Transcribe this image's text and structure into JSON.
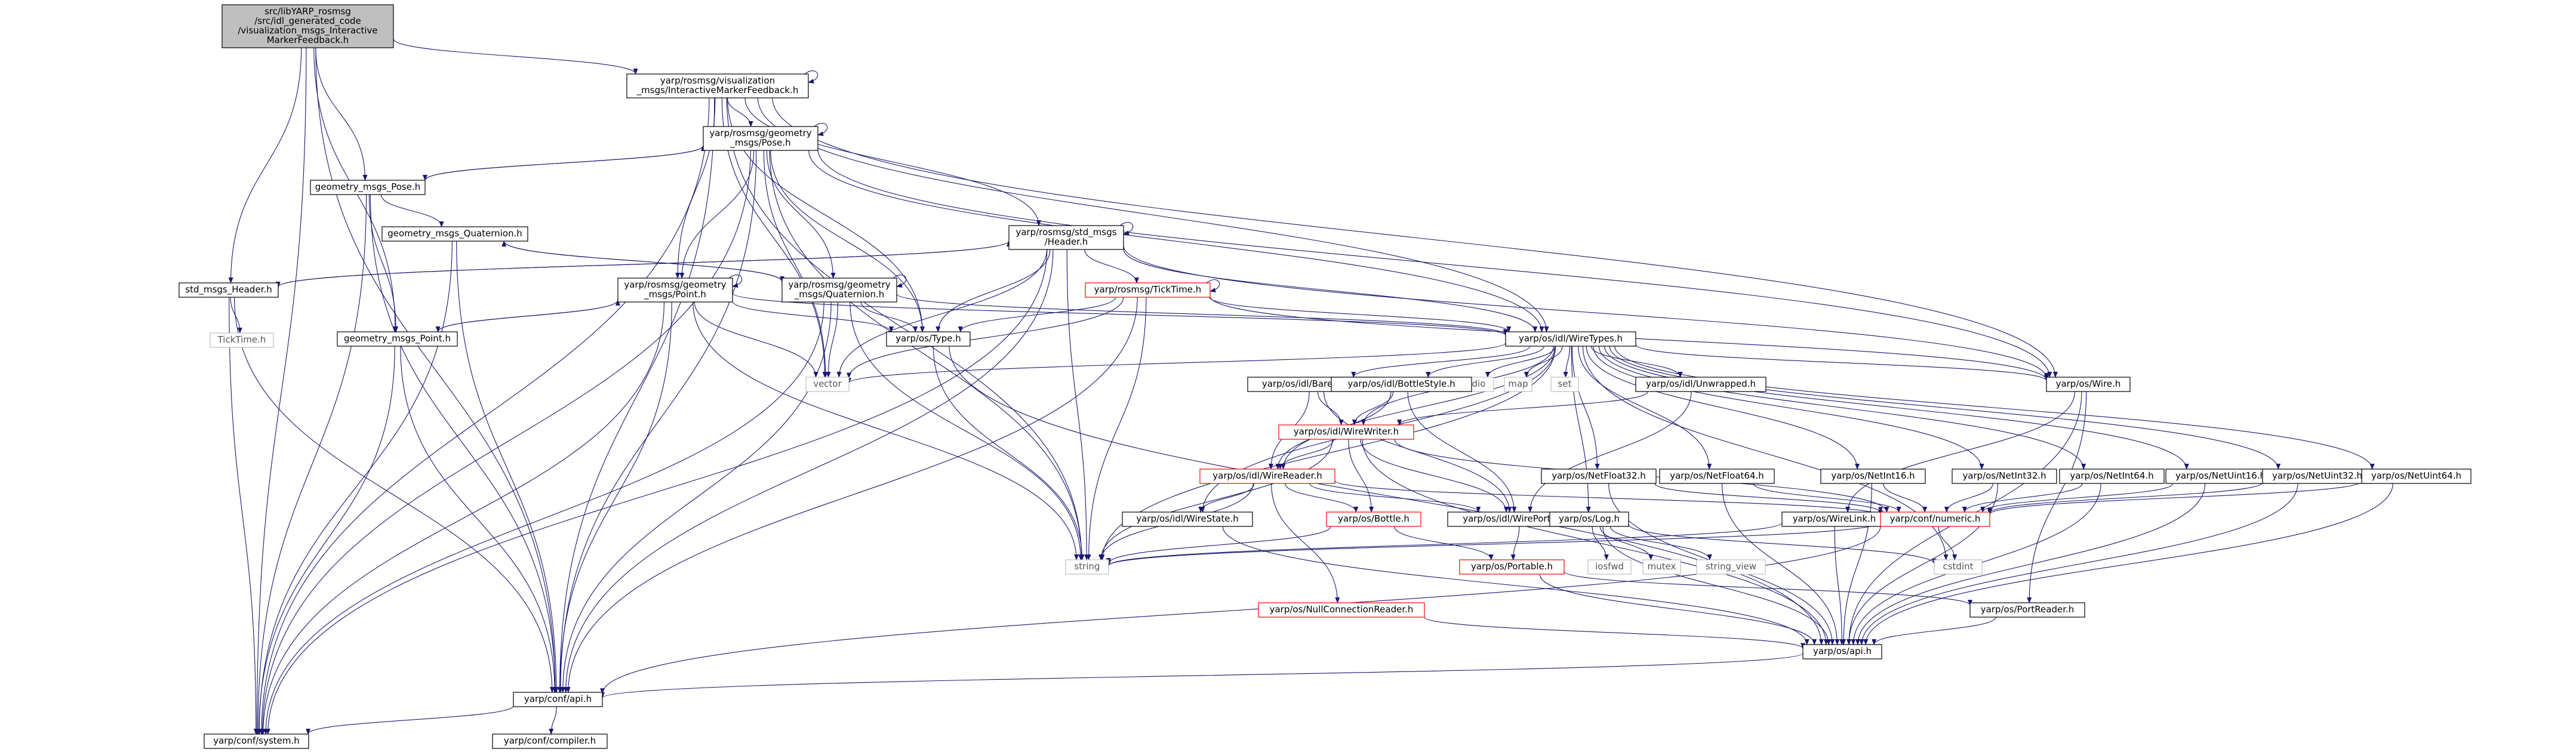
{
  "graph": {
    "nodes": [
      {
        "id": "root",
        "lines": [
          "src/libYARP_rosmsg",
          "/src/idl_generated_code",
          "/visualization_msgs_Interactive",
          "MarkerFeedback.h"
        ],
        "style": "root"
      },
      {
        "id": "imf",
        "lines": [
          "yarp/rosmsg/visualization",
          "_msgs/InteractiveMarkerFeedback.h"
        ],
        "style": "normal"
      },
      {
        "id": "gmpose",
        "lines": [
          "yarp/rosmsg/geometry",
          "_msgs/Pose.h"
        ],
        "style": "normal"
      },
      {
        "id": "gm_pose_h",
        "lines": [
          "geometry_msgs_Pose.h"
        ],
        "style": "normal"
      },
      {
        "id": "gm_quat_h",
        "lines": [
          "geometry_msgs_Quaternion.h"
        ],
        "style": "normal"
      },
      {
        "id": "stdhdr",
        "lines": [
          "yarp/rosmsg/std_msgs",
          "/Header.h"
        ],
        "style": "normal"
      },
      {
        "id": "std_hdr_h",
        "lines": [
          "std_msgs_Header.h"
        ],
        "style": "normal"
      },
      {
        "id": "ticktime_h",
        "lines": [
          "TickTime.h"
        ],
        "style": "gray"
      },
      {
        "id": "gmpoint",
        "lines": [
          "yarp/rosmsg/geometry",
          "_msgs/Point.h"
        ],
        "style": "normal"
      },
      {
        "id": "gmquat",
        "lines": [
          "yarp/rosmsg/geometry",
          "_msgs/Quaternion.h"
        ],
        "style": "normal"
      },
      {
        "id": "gm_point_h",
        "lines": [
          "geometry_msgs_Point.h"
        ],
        "style": "normal"
      },
      {
        "id": "rosticktime",
        "lines": [
          "yarp/rosmsg/TickTime.h"
        ],
        "style": "red"
      },
      {
        "id": "ostype",
        "lines": [
          "yarp/os/Type.h"
        ],
        "style": "normal"
      },
      {
        "id": "wiretypes",
        "lines": [
          "yarp/os/idl/WireTypes.h"
        ],
        "style": "normal"
      },
      {
        "id": "vector",
        "lines": [
          "vector"
        ],
        "style": "gray"
      },
      {
        "id": "cstdio",
        "lines": [
          "cstdio"
        ],
        "style": "gray"
      },
      {
        "id": "map",
        "lines": [
          "map"
        ],
        "style": "gray"
      },
      {
        "id": "set",
        "lines": [
          "set"
        ],
        "style": "gray"
      },
      {
        "id": "unwrapped",
        "lines": [
          "yarp/os/idl/Unwrapped.h"
        ],
        "style": "normal"
      },
      {
        "id": "barestyle",
        "lines": [
          "yarp/os/idl/BareStyle.h"
        ],
        "style": "normal"
      },
      {
        "id": "bottlestyle",
        "lines": [
          "yarp/os/idl/BottleStyle.h"
        ],
        "style": "normal"
      },
      {
        "id": "wirewriter",
        "lines": [
          "yarp/os/idl/WireWriter.h"
        ],
        "style": "red"
      },
      {
        "id": "wirereader",
        "lines": [
          "yarp/os/idl/WireReader.h"
        ],
        "style": "red"
      },
      {
        "id": "wirestate",
        "lines": [
          "yarp/os/idl/WireState.h"
        ],
        "style": "normal"
      },
      {
        "id": "bottle",
        "lines": [
          "yarp/os/Bottle.h"
        ],
        "style": "red"
      },
      {
        "id": "wireportable",
        "lines": [
          "yarp/os/idl/WirePortable.h"
        ],
        "style": "normal"
      },
      {
        "id": "portable",
        "lines": [
          "yarp/os/Portable.h"
        ],
        "style": "red"
      },
      {
        "id": "nullconn",
        "lines": [
          "yarp/os/NullConnectionReader.h"
        ],
        "style": "red"
      },
      {
        "id": "string",
        "lines": [
          "string"
        ],
        "style": "gray"
      },
      {
        "id": "oslog",
        "lines": [
          "yarp/os/Log.h"
        ],
        "style": "normal"
      },
      {
        "id": "iosfwd",
        "lines": [
          "iosfwd"
        ],
        "style": "gray"
      },
      {
        "id": "mutex",
        "lines": [
          "mutex"
        ],
        "style": "gray"
      },
      {
        "id": "string_view",
        "lines": [
          "string_view"
        ],
        "style": "gray"
      },
      {
        "id": "netfloat32",
        "lines": [
          "yarp/os/NetFloat32.h"
        ],
        "style": "normal"
      },
      {
        "id": "netfloat64",
        "lines": [
          "yarp/os/NetFloat64.h"
        ],
        "style": "normal"
      },
      {
        "id": "netint16",
        "lines": [
          "yarp/os/NetInt16.h"
        ],
        "style": "normal"
      },
      {
        "id": "netint32",
        "lines": [
          "yarp/os/NetInt32.h"
        ],
        "style": "normal"
      },
      {
        "id": "netint64",
        "lines": [
          "yarp/os/NetInt64.h"
        ],
        "style": "normal"
      },
      {
        "id": "netuint16",
        "lines": [
          "yarp/os/NetUint16.h"
        ],
        "style": "normal"
      },
      {
        "id": "netuint32",
        "lines": [
          "yarp/os/NetUint32.h"
        ],
        "style": "normal"
      },
      {
        "id": "netuint64",
        "lines": [
          "yarp/os/NetUint64.h"
        ],
        "style": "normal"
      },
      {
        "id": "oswire",
        "lines": [
          "yarp/os/Wire.h"
        ],
        "style": "normal"
      },
      {
        "id": "wirelink",
        "lines": [
          "yarp/os/WireLink.h"
        ],
        "style": "normal"
      },
      {
        "id": "numeric",
        "lines": [
          "yarp/conf/numeric.h"
        ],
        "style": "red"
      },
      {
        "id": "cstdint",
        "lines": [
          "cstdint"
        ],
        "style": "gray"
      },
      {
        "id": "portreader",
        "lines": [
          "yarp/os/PortReader.h"
        ],
        "style": "normal"
      },
      {
        "id": "osapi",
        "lines": [
          "yarp/os/api.h"
        ],
        "style": "normal"
      },
      {
        "id": "confapi",
        "lines": [
          "yarp/conf/api.h"
        ],
        "style": "normal"
      },
      {
        "id": "confsystem",
        "lines": [
          "yarp/conf/system.h"
        ],
        "style": "normal"
      },
      {
        "id": "confcompiler",
        "lines": [
          "yarp/conf/compiler.h"
        ],
        "style": "normal"
      }
    ],
    "edges": [
      [
        "root",
        "imf"
      ],
      [
        "root",
        "gm_pose_h"
      ],
      [
        "root",
        "std_hdr_h"
      ],
      [
        "root",
        "gm_point_h"
      ],
      [
        "root",
        "confapi"
      ],
      [
        "root",
        "confsystem"
      ],
      [
        "imf",
        "imf"
      ],
      [
        "imf",
        "gmpose"
      ],
      [
        "imf",
        "stdhdr"
      ],
      [
        "imf",
        "gmpoint"
      ],
      [
        "imf",
        "wiretypes"
      ],
      [
        "imf",
        "oswire"
      ],
      [
        "imf",
        "ostype"
      ],
      [
        "imf",
        "vector"
      ],
      [
        "imf",
        "string"
      ],
      [
        "imf",
        "confapi"
      ],
      [
        "imf",
        "confsystem"
      ],
      [
        "gmpose",
        "gmpose"
      ],
      [
        "gmpose",
        "gm_pose_h"
      ],
      [
        "gmpose",
        "gmpoint"
      ],
      [
        "gmpose",
        "gmquat"
      ],
      [
        "gmpose",
        "wiretypes"
      ],
      [
        "gmpose",
        "oswire"
      ],
      [
        "gmpose",
        "ostype"
      ],
      [
        "gmpose",
        "vector"
      ],
      [
        "gmpose",
        "string"
      ],
      [
        "gmpose",
        "confapi"
      ],
      [
        "gmpose",
        "confsystem"
      ],
      [
        "gm_pose_h",
        "gmpose"
      ],
      [
        "gm_pose_h",
        "gm_quat_h"
      ],
      [
        "gm_pose_h",
        "gm_point_h"
      ],
      [
        "gm_pose_h",
        "confapi"
      ],
      [
        "gm_pose_h",
        "confsystem"
      ],
      [
        "gm_quat_h",
        "gmquat"
      ],
      [
        "gm_quat_h",
        "confapi"
      ],
      [
        "gm_quat_h",
        "confsystem"
      ],
      [
        "stdhdr",
        "stdhdr"
      ],
      [
        "stdhdr",
        "std_hdr_h"
      ],
      [
        "stdhdr",
        "rosticktime"
      ],
      [
        "stdhdr",
        "wiretypes"
      ],
      [
        "stdhdr",
        "oswire"
      ],
      [
        "stdhdr",
        "ostype"
      ],
      [
        "stdhdr",
        "vector"
      ],
      [
        "stdhdr",
        "string"
      ],
      [
        "stdhdr",
        "confapi"
      ],
      [
        "stdhdr",
        "confsystem"
      ],
      [
        "std_hdr_h",
        "stdhdr"
      ],
      [
        "std_hdr_h",
        "ticktime_h"
      ],
      [
        "std_hdr_h",
        "confapi"
      ],
      [
        "std_hdr_h",
        "confsystem"
      ],
      [
        "gmpoint",
        "gmpoint"
      ],
      [
        "gmpoint",
        "gm_point_h"
      ],
      [
        "gmpoint",
        "wiretypes"
      ],
      [
        "gmpoint",
        "ostype"
      ],
      [
        "gmpoint",
        "vector"
      ],
      [
        "gmpoint",
        "string"
      ],
      [
        "gmpoint",
        "confapi"
      ],
      [
        "gmpoint",
        "confsystem"
      ],
      [
        "gmquat",
        "gmquat"
      ],
      [
        "gmquat",
        "gm_quat_h"
      ],
      [
        "gmquat",
        "wiretypes"
      ],
      [
        "gmquat",
        "ostype"
      ],
      [
        "gmquat",
        "vector"
      ],
      [
        "gmquat",
        "string"
      ],
      [
        "gmquat",
        "confapi"
      ],
      [
        "gmquat",
        "confsystem"
      ],
      [
        "gm_point_h",
        "gmpoint"
      ],
      [
        "gm_point_h",
        "confapi"
      ],
      [
        "gm_point_h",
        "confsystem"
      ],
      [
        "rosticktime",
        "rosticktime"
      ],
      [
        "rosticktime",
        "wiretypes"
      ],
      [
        "rosticktime",
        "oswire"
      ],
      [
        "rosticktime",
        "ostype"
      ],
      [
        "rosticktime",
        "vector"
      ],
      [
        "rosticktime",
        "string"
      ],
      [
        "rosticktime",
        "confapi"
      ],
      [
        "ostype",
        "string"
      ],
      [
        "ostype",
        "osapi"
      ],
      [
        "wiretypes",
        "vector"
      ],
      [
        "wiretypes",
        "cstdio"
      ],
      [
        "wiretypes",
        "map"
      ],
      [
        "wiretypes",
        "set"
      ],
      [
        "wiretypes",
        "unwrapped"
      ],
      [
        "wiretypes",
        "barestyle"
      ],
      [
        "wiretypes",
        "bottlestyle"
      ],
      [
        "wiretypes",
        "wirewriter"
      ],
      [
        "wiretypes",
        "wirereader"
      ],
      [
        "wiretypes",
        "wirestate"
      ],
      [
        "wiretypes",
        "string"
      ],
      [
        "wiretypes",
        "oslog"
      ],
      [
        "wiretypes",
        "netfloat32"
      ],
      [
        "wiretypes",
        "netfloat64"
      ],
      [
        "wiretypes",
        "netint16"
      ],
      [
        "wiretypes",
        "netint32"
      ],
      [
        "wiretypes",
        "netint64"
      ],
      [
        "wiretypes",
        "netuint16"
      ],
      [
        "wiretypes",
        "netuint32"
      ],
      [
        "wiretypes",
        "netuint64"
      ],
      [
        "wiretypes",
        "oswire"
      ],
      [
        "wiretypes",
        "cstdint"
      ],
      [
        "unwrapped",
        "wirewriter"
      ],
      [
        "unwrapped",
        "wireportable"
      ],
      [
        "barestyle",
        "wirereader"
      ],
      [
        "barestyle",
        "wirewriter"
      ],
      [
        "barestyle",
        "wireportable"
      ],
      [
        "bottlestyle",
        "wirereader"
      ],
      [
        "bottlestyle",
        "wirewriter"
      ],
      [
        "bottlestyle",
        "wireportable"
      ],
      [
        "wirewriter",
        "wirereader"
      ],
      [
        "wirewriter",
        "bottle"
      ],
      [
        "wirewriter",
        "wireportable"
      ],
      [
        "wirewriter",
        "numeric"
      ],
      [
        "wirewriter",
        "string"
      ],
      [
        "wirewriter",
        "osapi"
      ],
      [
        "wirereader",
        "wirestate"
      ],
      [
        "wirereader",
        "bottle"
      ],
      [
        "wirereader",
        "wireportable"
      ],
      [
        "wirereader",
        "nullconn"
      ],
      [
        "wirereader",
        "numeric"
      ],
      [
        "wirereader",
        "string"
      ],
      [
        "wirestate",
        "osapi"
      ],
      [
        "bottle",
        "portable"
      ],
      [
        "bottle",
        "string"
      ],
      [
        "wireportable",
        "portable"
      ],
      [
        "portable",
        "osapi"
      ],
      [
        "portable",
        "portreader"
      ],
      [
        "nullconn",
        "osapi"
      ],
      [
        "oslog",
        "iosfwd"
      ],
      [
        "oslog",
        "mutex"
      ],
      [
        "oslog",
        "string_view"
      ],
      [
        "oslog",
        "cstdint"
      ],
      [
        "oslog",
        "osapi"
      ],
      [
        "netfloat32",
        "numeric"
      ],
      [
        "netfloat32",
        "osapi"
      ],
      [
        "netfloat64",
        "numeric"
      ],
      [
        "netfloat64",
        "osapi"
      ],
      [
        "netint16",
        "numeric"
      ],
      [
        "netint16",
        "osapi"
      ],
      [
        "netint32",
        "numeric"
      ],
      [
        "netint32",
        "osapi"
      ],
      [
        "netint64",
        "numeric"
      ],
      [
        "netint64",
        "osapi"
      ],
      [
        "netuint16",
        "numeric"
      ],
      [
        "netuint16",
        "osapi"
      ],
      [
        "netuint32",
        "numeric"
      ],
      [
        "netuint32",
        "osapi"
      ],
      [
        "netuint64",
        "numeric"
      ],
      [
        "netuint64",
        "osapi"
      ],
      [
        "oswire",
        "wirelink"
      ],
      [
        "oswire",
        "portreader"
      ],
      [
        "oswire",
        "osapi"
      ],
      [
        "wirelink",
        "string"
      ],
      [
        "wirelink",
        "osapi"
      ],
      [
        "numeric",
        "string"
      ],
      [
        "numeric",
        "cstdint"
      ],
      [
        "numeric",
        "confapi"
      ],
      [
        "portreader",
        "osapi"
      ],
      [
        "osapi",
        "confapi"
      ],
      [
        "confapi",
        "confsystem"
      ],
      [
        "confapi",
        "confcompiler"
      ]
    ]
  },
  "colors": {
    "root_fill": "#bfbfbf",
    "node_border": "#000000",
    "red_border": "#ff0000",
    "gray_border": "#bfbfbf",
    "gray_text": "#555555",
    "edge": "#191970",
    "background": "#ffffff"
  }
}
